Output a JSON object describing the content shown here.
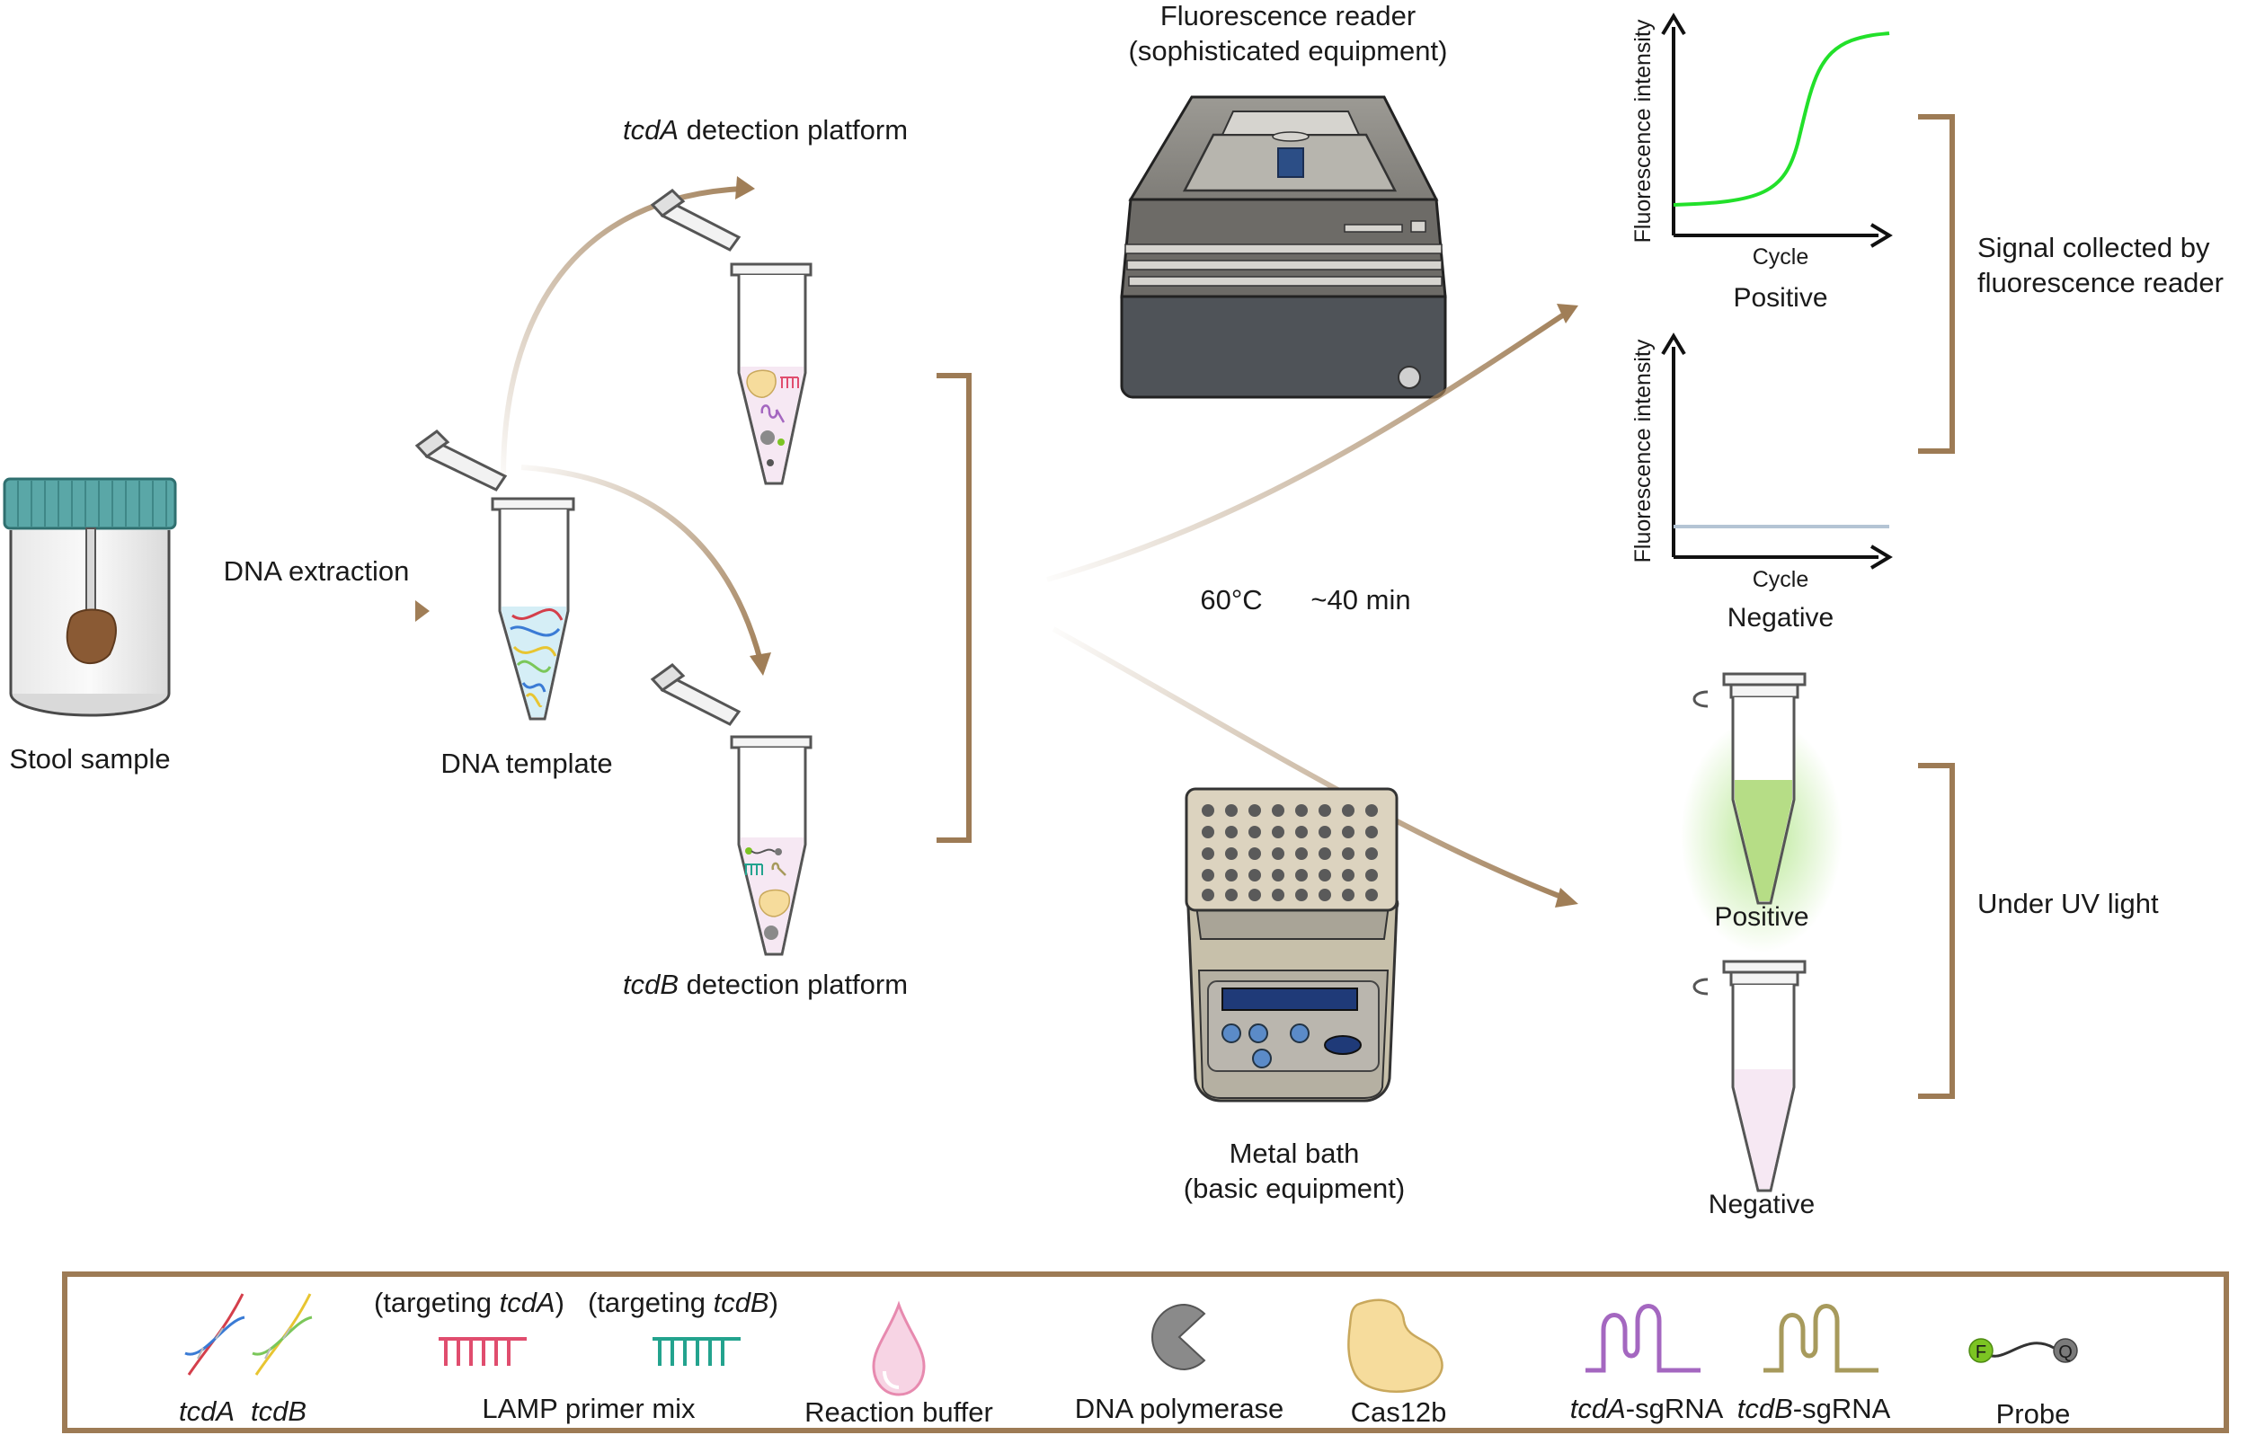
{
  "labels": {
    "stool_sample": "Stool sample",
    "dna_extraction": "DNA extraction",
    "dna_template": "DNA template",
    "tcda_platform_gene": "tcdA",
    "tcda_platform_rest": " detection platform",
    "tcdb_platform_gene": "tcdB",
    "tcdb_platform_rest": " detection platform",
    "fluor_reader_line1": "Fluorescence reader",
    "fluor_reader_line2": "(sophisticated equipment)",
    "metal_bath_line1": "Metal bath",
    "metal_bath_line2": "(basic equipment)",
    "temperature": "60°C",
    "duration": "~40 min",
    "signal_line1": "Signal collected by",
    "signal_line2": "fluorescence reader",
    "under_uv": "Under UV light",
    "graph_ylabel": "Fluorescence intensity",
    "graph_xlabel": "Cycle",
    "graph_pos_label": "Positive",
    "graph_neg_label": "Negative",
    "tube_pos_label": "Positive",
    "tube_neg_label": "Negative"
  },
  "legend": {
    "tcda": "tcdA",
    "tcdb": "tcdB",
    "targeting_prefix": "(targeting ",
    "targeting_suffix": ")",
    "target_a": "tcdA",
    "target_b": "tcdB",
    "lamp": "LAMP primer mix",
    "buffer": "Reaction buffer",
    "polymerase": "DNA polymerase",
    "cas": "Cas12b",
    "sgrna_a_gene": "tcdA",
    "sgrna_b_gene": "tcdB",
    "sgrna_suffix": "-sgRNA",
    "probe": "Probe",
    "probe_f": "F",
    "probe_q": "Q"
  },
  "colors": {
    "arrow": "#a07e57",
    "bracket": "#9d7b55",
    "lid_teal": "#5aa7a7",
    "stool": "#8a5a34",
    "positive_curve": "#22e02a",
    "negative_curve": "#b4c4d4",
    "primer_a": "#e04d6e",
    "primer_b": "#23a38e",
    "sgrna_a": "#a467c0",
    "sgrna_b": "#a79a5c",
    "cas": "#f6dc9c",
    "probe_f": "#7cc423",
    "probe_q": "#7a7a7a"
  }
}
